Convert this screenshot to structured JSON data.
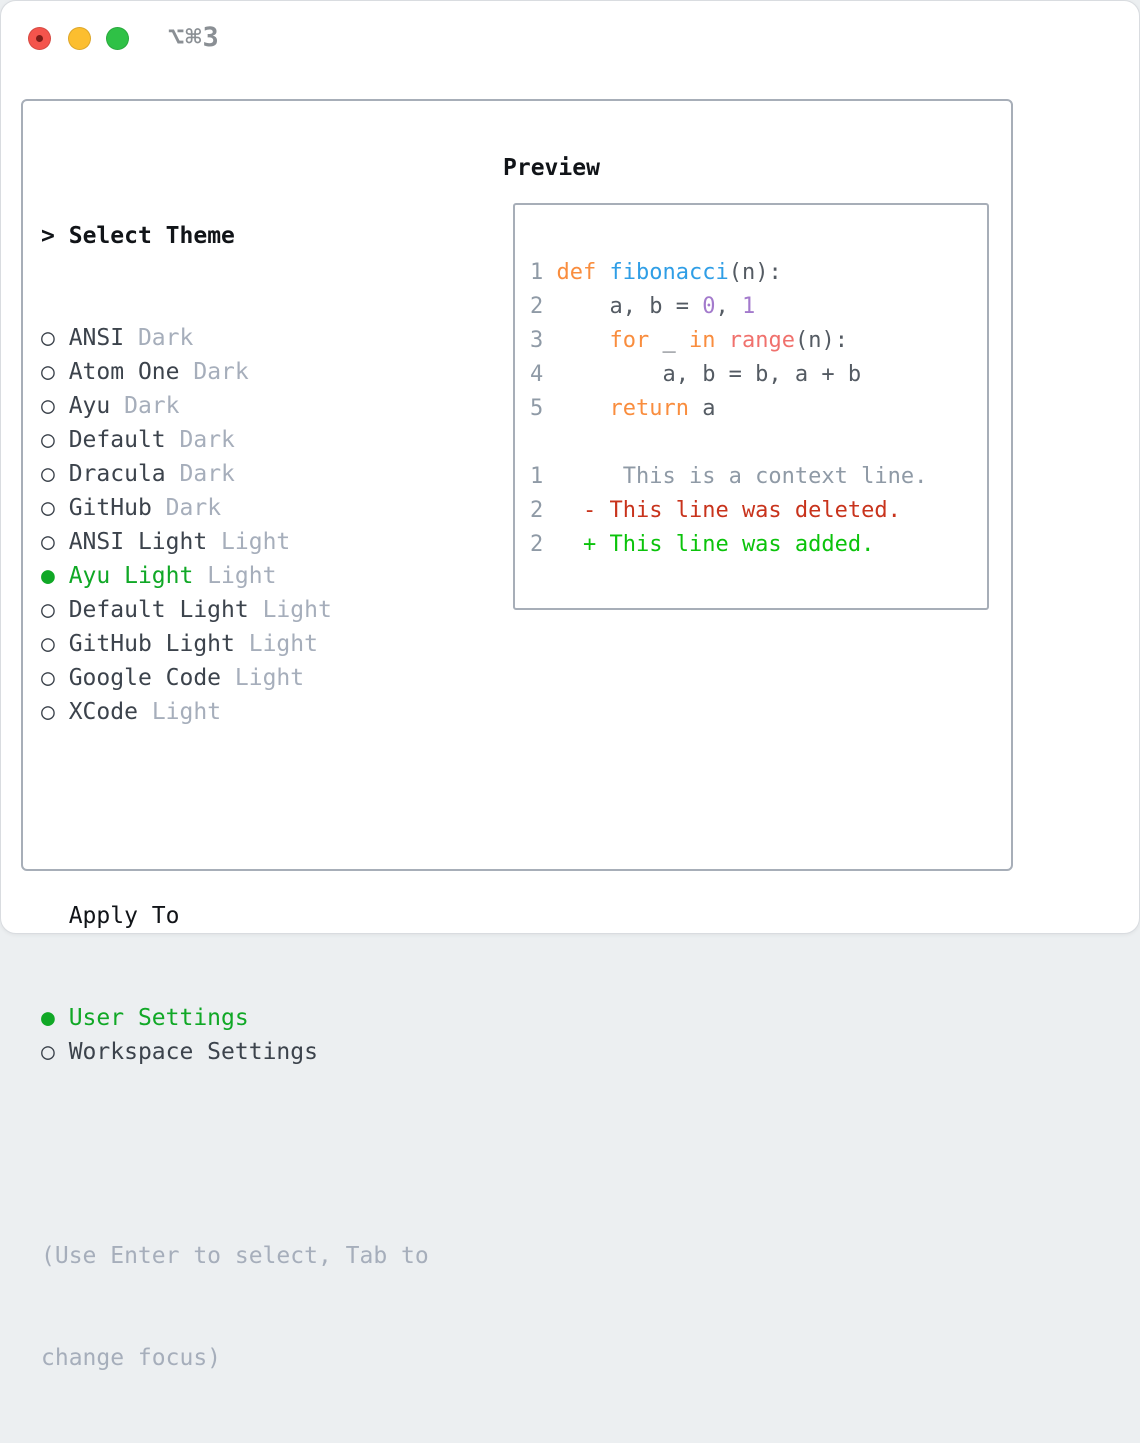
{
  "window": {
    "title": "⌥⌘3",
    "traffic_lights": {
      "close_color": "#f4544c",
      "minimize_color": "#fcbe2f",
      "zoom_color": "#2fc146"
    }
  },
  "panel": {
    "select_theme": {
      "caret": ">",
      "label": "Select Theme",
      "radio_unselected_icon": "○",
      "radio_selected_icon": "●",
      "items": [
        {
          "name": "ANSI",
          "variant": "Dark",
          "selected": false
        },
        {
          "name": "Atom One",
          "variant": "Dark",
          "selected": false
        },
        {
          "name": "Ayu",
          "variant": "Dark",
          "selected": false
        },
        {
          "name": "Default",
          "variant": "Dark",
          "selected": false
        },
        {
          "name": "Dracula",
          "variant": "Dark",
          "selected": false
        },
        {
          "name": "GitHub",
          "variant": "Dark",
          "selected": false
        },
        {
          "name": "ANSI Light",
          "variant": "Light",
          "selected": false
        },
        {
          "name": "Ayu Light",
          "variant": "Light",
          "selected": true
        },
        {
          "name": "Default Light",
          "variant": "Light",
          "selected": false
        },
        {
          "name": "GitHub Light",
          "variant": "Light",
          "selected": false
        },
        {
          "name": "Google Code",
          "variant": "Light",
          "selected": false
        },
        {
          "name": "XCode",
          "variant": "Light",
          "selected": false
        }
      ]
    },
    "apply_to": {
      "label": "Apply To",
      "options": [
        {
          "label": "User Settings",
          "selected": true
        },
        {
          "label": "Workspace Settings",
          "selected": false
        }
      ]
    },
    "hint_lines": [
      "(Use Enter to select, Tab to",
      "change focus)"
    ]
  },
  "preview": {
    "header": "Preview",
    "lines": [
      [
        [
          "ln",
          "1 "
        ],
        [
          "kw",
          "def "
        ],
        [
          "fn",
          "fibonacci"
        ],
        [
          "fg",
          "(n):"
        ]
      ],
      [
        [
          "ln",
          "2 "
        ],
        [
          "fg",
          "    a, b = "
        ],
        [
          "num",
          "0"
        ],
        [
          "fg",
          ", "
        ],
        [
          "num",
          "1"
        ]
      ],
      [
        [
          "ln",
          "3 "
        ],
        [
          "fg",
          "    "
        ],
        [
          "kw",
          "for"
        ],
        [
          "fg",
          " _ "
        ],
        [
          "kw",
          "in"
        ],
        [
          "fg",
          " "
        ],
        [
          "call",
          "range"
        ],
        [
          "fg",
          "(n):"
        ]
      ],
      [
        [
          "ln",
          "4 "
        ],
        [
          "fg",
          "        a, b = b, a + b"
        ]
      ],
      [
        [
          "ln",
          "5 "
        ],
        [
          "fg",
          "    "
        ],
        [
          "kw",
          "return"
        ],
        [
          "fg",
          " a"
        ]
      ],
      [],
      [
        [
          "ln",
          "1 "
        ],
        [
          "ctx",
          "     This is a context line."
        ]
      ],
      [
        [
          "ln",
          "2 "
        ],
        [
          "fg",
          "  "
        ],
        [
          "del",
          "- This line was deleted."
        ]
      ],
      [
        [
          "ln",
          "2 "
        ],
        [
          "fg",
          "  "
        ],
        [
          "add",
          "+ This line was added."
        ]
      ]
    ]
  },
  "colors": {
    "accent_green": "#10a826",
    "diff_added": "#0bc30b",
    "diff_removed": "#c8331c",
    "code_keyword": "#f98d3e",
    "code_function": "#2f9ee6",
    "code_number": "#a37acc",
    "code_call": "#f0716d",
    "code_foreground": "#545b63",
    "line_number": "#8f9aa6",
    "muted": "#a6aebb",
    "text_dark": "#3c434c",
    "heading": "#111418",
    "box_border": "#a7aeb8"
  }
}
